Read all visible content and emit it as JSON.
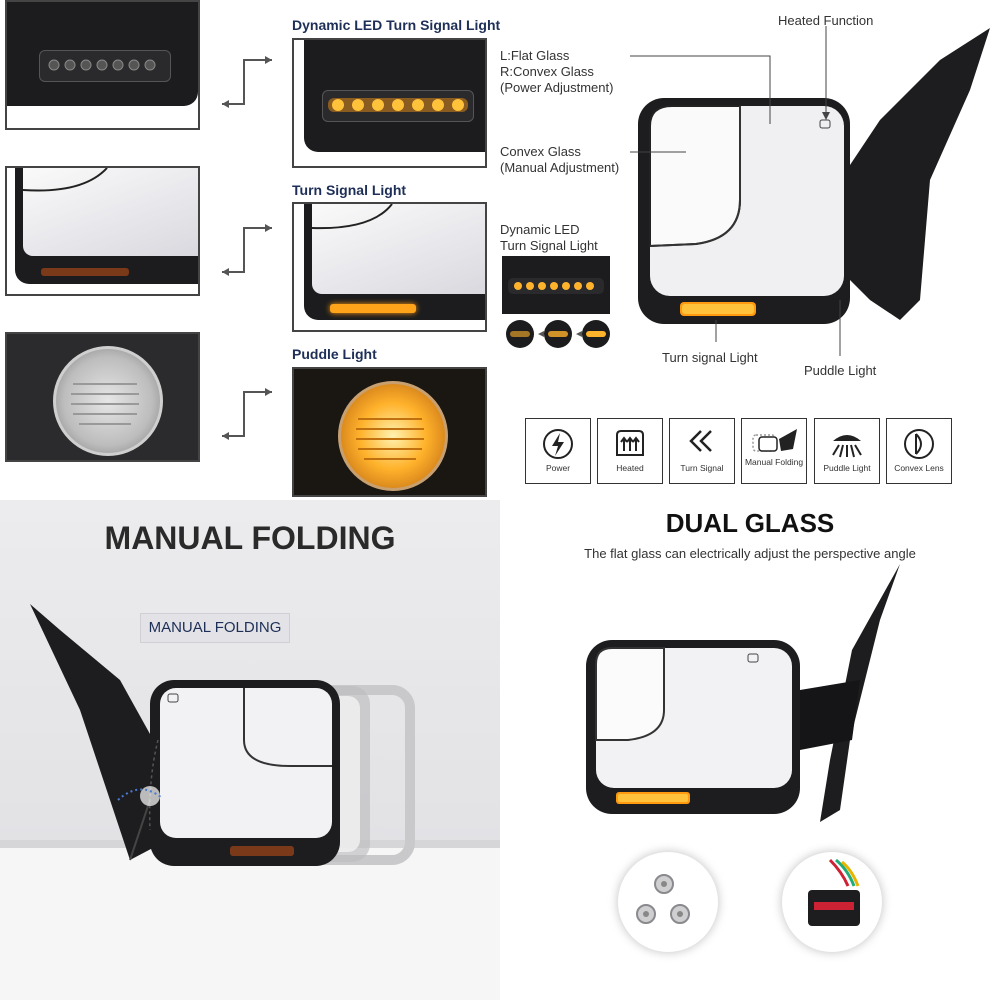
{
  "features": {
    "dynamic_led_title": "Dynamic LED Turn Signal Light",
    "turn_signal_title": "Turn Signal Light",
    "puddle_title": "Puddle Light"
  },
  "callouts": {
    "heated_function": "Heated Function",
    "flat_glass": "L:Flat Glass",
    "convex_glass_power": "R:Convex Glass",
    "power_adjustment": "(Power Adjustment)",
    "convex_glass_manual": "Convex Glass",
    "manual_adjustment": "(Manual Adjustment)",
    "dynamic_led_line1": "Dynamic LED",
    "dynamic_led_line2": "Turn Signal Light",
    "turn_signal_light": "Turn signal Light",
    "puddle_light": "Puddle Light"
  },
  "icons": [
    {
      "label": "Power",
      "icon": "power-icon"
    },
    {
      "label": "Heated",
      "icon": "heated-icon"
    },
    {
      "label": "Turn Signal",
      "icon": "turn-signal-icon"
    },
    {
      "label": "Manual Folding",
      "icon": "manual-folding-icon"
    },
    {
      "label": "Puddle Light",
      "icon": "puddle-light-icon"
    },
    {
      "label": "Convex Lens",
      "icon": "convex-lens-icon"
    }
  ],
  "manual_folding": {
    "title": "MANUAL FOLDING",
    "tag": "MANUAL FOLDING"
  },
  "dual_glass": {
    "title": "DUAL GLASS",
    "subtitle": "The flat glass can electrically adjust the perspective angle"
  },
  "colors": {
    "navy": "#1e2f57",
    "amber": "#ffb22b",
    "mirror_black": "#1d1d1f",
    "panel_gray": "#e9e9eb"
  }
}
